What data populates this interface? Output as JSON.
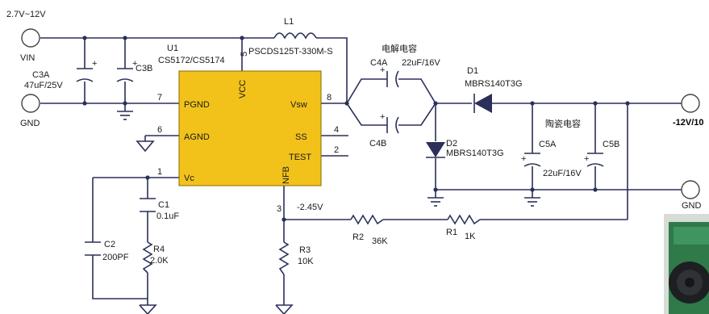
{
  "supply": "2.7V~12V",
  "vin_label": "VIN",
  "gnd_left": "GND",
  "gnd_right": "GND",
  "output_label": "-12V/10",
  "ic": {
    "name": "U1",
    "part": "CS5172/CS5174",
    "pins": {
      "vcc": "VCC",
      "vcc_num": "5",
      "pgnd": "PGND",
      "pgnd_num": "7",
      "agnd": "AGND",
      "agnd_num": "6",
      "vc": "Vc",
      "vc_num": "1",
      "vsw": "Vsw",
      "vsw_num": "8",
      "ss": "SS",
      "ss_num": "4",
      "test": "TEST",
      "test_num": "2",
      "nfb": "NFB",
      "nfb_num": "3"
    }
  },
  "inductor": {
    "ref": "L1",
    "value": "PSCDS125T-330M-S"
  },
  "c3a": {
    "ref": "C3A",
    "value": "47uF/25V"
  },
  "c3b": {
    "ref": "C3B"
  },
  "c4_note": "电解电容",
  "c4a": {
    "ref": "C4A",
    "value": "22uF/16V"
  },
  "c4b": {
    "ref": "C4B"
  },
  "d1": {
    "ref": "D1",
    "value": "MBRS140T3G"
  },
  "d2": {
    "ref": "D2",
    "value": "MBRS140T3G"
  },
  "c5_note": "陶瓷电容",
  "c5a": {
    "ref": "C5A",
    "value": "22uF/16V"
  },
  "c5b": {
    "ref": "C5B"
  },
  "c1": {
    "ref": "C1",
    "value": "0.1uF"
  },
  "c2": {
    "ref": "C2",
    "value": "200PF"
  },
  "r4": {
    "ref": "R4",
    "value": "2.0K"
  },
  "nfb_voltage": "-2.45V",
  "r2": {
    "ref": "R2",
    "value": "36K"
  },
  "r1": {
    "ref": "R1",
    "value": "1K"
  },
  "r3": {
    "ref": "R3",
    "value": "10K"
  },
  "plus": "+",
  "colors": {
    "ic_fill": "#f2c21b",
    "wire": "#2b2f5a",
    "photo_green": "#2f7a48"
  }
}
